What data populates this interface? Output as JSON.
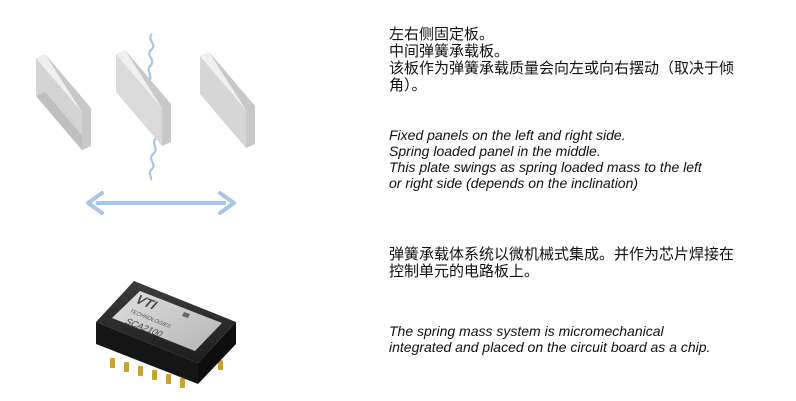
{
  "chip": {
    "brand": "VTI",
    "brand_sub": "TECHNOLOGIES",
    "model": "SCA2100"
  },
  "text": {
    "cn_panels": [
      "左右侧固定板。",
      "中间弹簧承载板。",
      "该板作为弹簧承载质量会向左或向右摆动（取决于倾",
      "角）。"
    ],
    "en_panels": [
      "Fixed panels on the left and right side.",
      "Spring loaded panel in the middle.",
      "This plate swings as spring loaded mass to the left",
      "or right side (depends on the inclination)"
    ],
    "cn_system": [
      "弹簧承载体系统以微机械式集成。并作为芯片焊接在",
      "控制单元的电路板上。"
    ],
    "en_system": [
      "The spring mass system is micromechanical",
      "integrated and placed on the circuit board as a chip."
    ]
  },
  "colors": {
    "panel_front": "#e4e4e4",
    "panel_side": "#cfcfcf",
    "arrow": "#a9c6e6",
    "chip_body": "#2a2a2a",
    "chip_label": "#c9c9c9"
  }
}
